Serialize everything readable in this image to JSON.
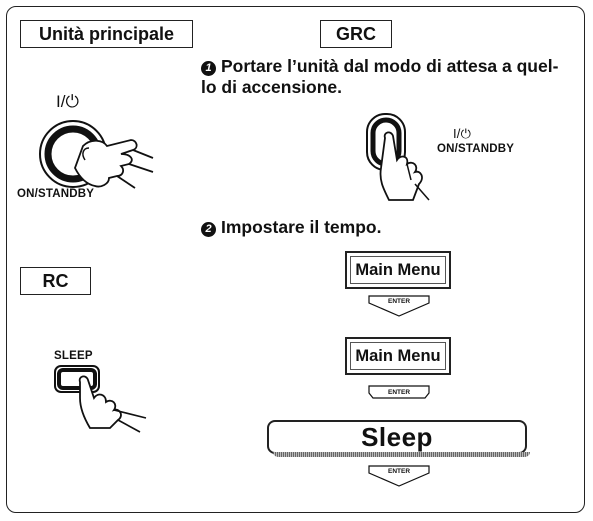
{
  "headers": {
    "main_unit": "Unità principale",
    "grc": "GRC",
    "rc": "RC"
  },
  "steps": [
    {
      "number": "1",
      "text_line1": "Portare l’unità dal modo di attesa a quel-",
      "text_line2": "lo di accensione."
    },
    {
      "number": "2",
      "text_line1": "Impostare il tempo."
    }
  ],
  "labels": {
    "power_symbol": "I/⏻",
    "on_standby_main": "ON/STANDBY",
    "power_symbol_grc": "I/⏻",
    "on_standby_grc": "ON/STANDBY",
    "sleep_button": "SLEEP"
  },
  "displays": {
    "menu_1": "Main Menu",
    "menu_2": "Main Menu",
    "sleep": "Sleep"
  },
  "enter_label": "ENTER"
}
